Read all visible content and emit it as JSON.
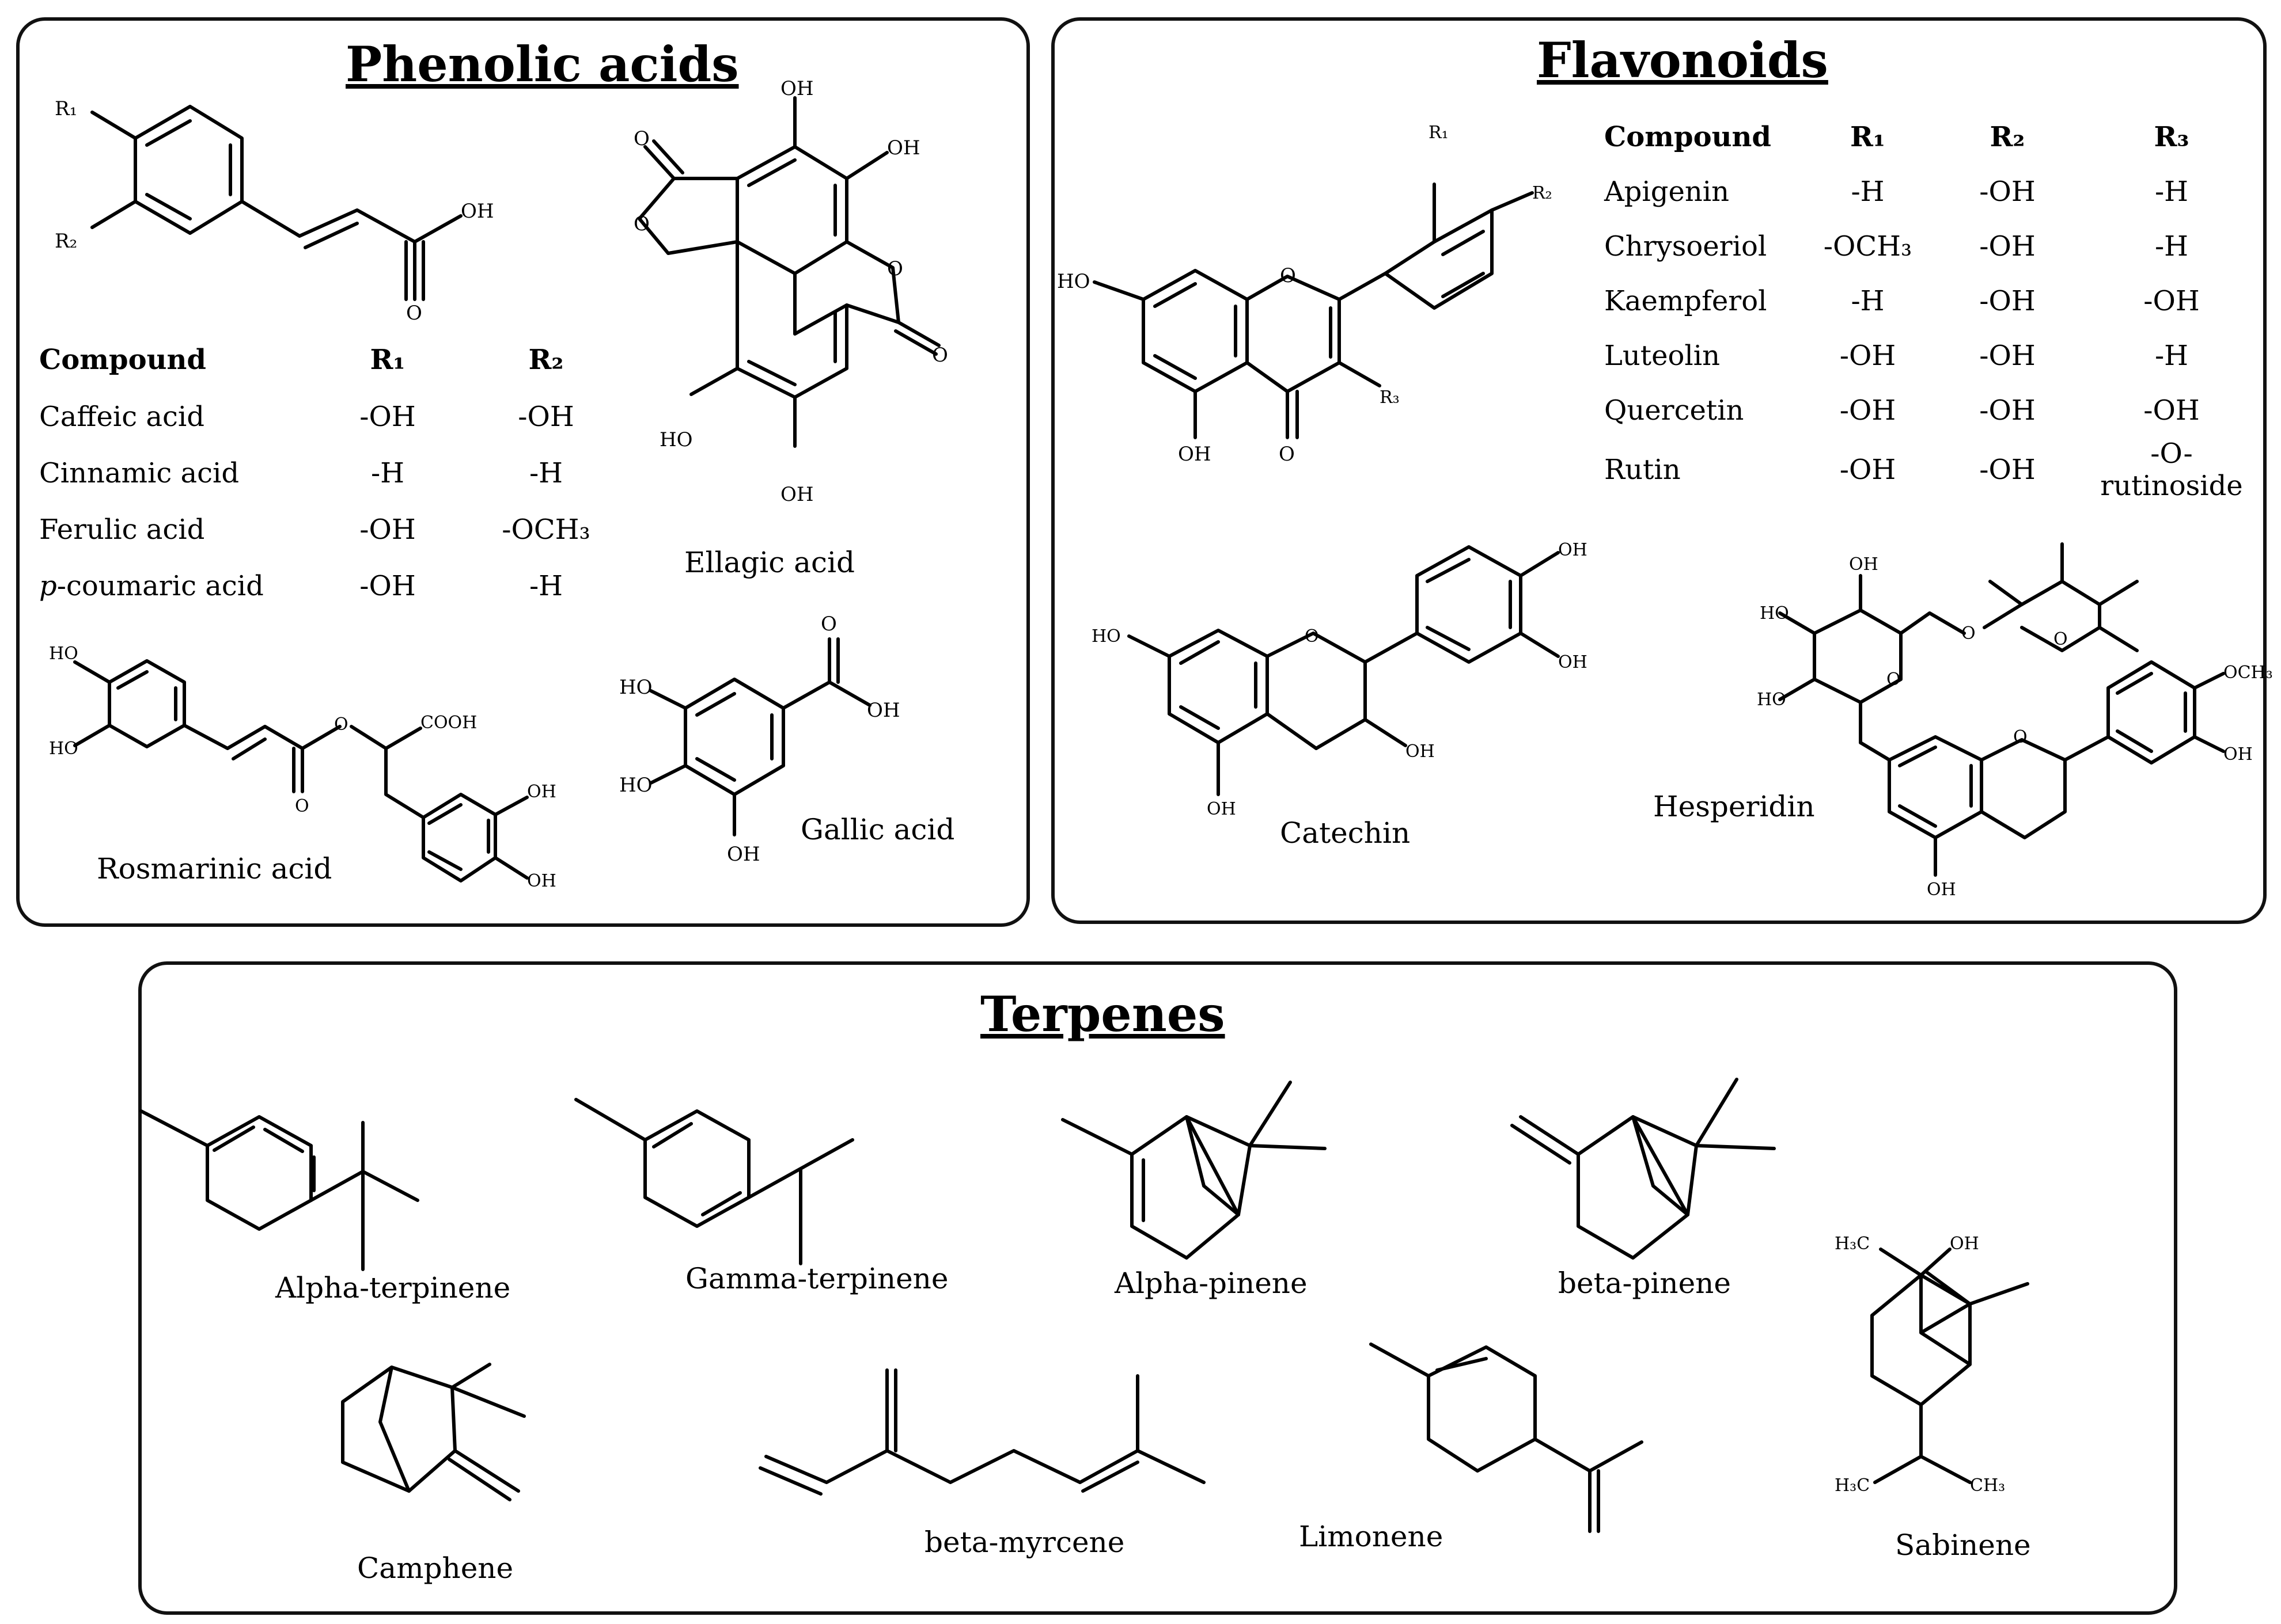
{
  "phenolic": {
    "title": "Phenolic acids",
    "table": {
      "headers": [
        "Compound",
        "R₁",
        "R₂"
      ],
      "rows": [
        [
          "Caffeic acid",
          "-OH",
          "-OH"
        ],
        [
          "Cinnamic acid",
          "-H",
          "-H"
        ],
        [
          "Ferulic acid",
          "-OH",
          "-OCH₃"
        ],
        [
          "p-coumaric acid",
          "-OH",
          "-H"
        ]
      ]
    },
    "labels": {
      "ellagic": "Ellagic acid",
      "rosmarinic": "Rosmarinic acid",
      "gallic": "Gallic acid"
    },
    "atoms": {
      "r1": "R₁",
      "r2": "R₂",
      "oh": "OH",
      "o": "O",
      "ho": "HO",
      "cooh": "COOH"
    }
  },
  "flavonoids": {
    "title": "Flavonoids",
    "table": {
      "headers": [
        "Compound",
        "R₁",
        "R₂",
        "R₃"
      ],
      "rows": [
        [
          "Apigenin",
          "-H",
          "-OH",
          "-H"
        ],
        [
          "Chrysoeriol",
          "-OCH₃",
          "-OH",
          "-H"
        ],
        [
          "Kaempferol",
          "-H",
          "-OH",
          "-OH"
        ],
        [
          "Luteolin",
          "-OH",
          "-OH",
          "-H"
        ],
        [
          "Quercetin",
          "-OH",
          "-OH",
          "-OH"
        ],
        [
          "Rutin",
          "-OH",
          "-OH",
          "-O-rutinoside"
        ]
      ]
    },
    "labels": {
      "catechin": "Catechin",
      "hesperidin": "Hesperidin"
    },
    "atoms": {
      "r1": "R₁",
      "r2": "R₂",
      "r3": "R₃",
      "och3": "OCH₃"
    }
  },
  "terpenes": {
    "title": "Terpenes",
    "labels": {
      "alpha_terpinene": "Alpha-terpinene",
      "gamma_terpinene": "Gamma-terpinene",
      "alpha_pinene": "Alpha-pinene",
      "beta_pinene": "beta-pinene",
      "sabinene": "Sabinene",
      "camphene": "Camphene",
      "beta_myrcene": "beta-myrcene",
      "limonene": "Limonene"
    },
    "atoms": {
      "h3c": "H₃C",
      "ch3": "CH₃",
      "oh": "OH"
    }
  }
}
